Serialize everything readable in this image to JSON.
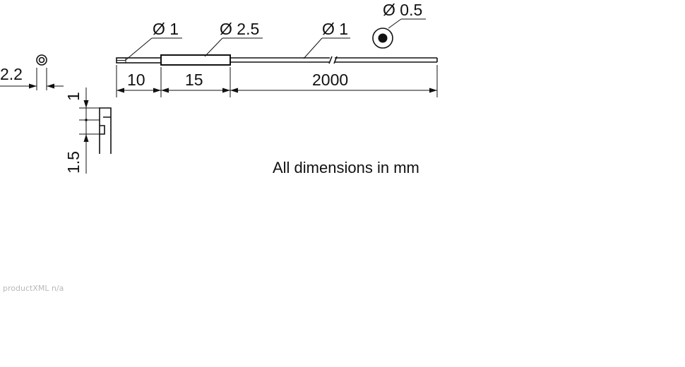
{
  "labels": {
    "dia_tip": "Ø 1",
    "dia_sleeve": "Ø 2.5",
    "dia_cable": "Ø 1",
    "dia_core": "Ø 0.5",
    "len_tip": "10",
    "len_sleeve": "15",
    "len_cable": "2000",
    "end_width": "2.2",
    "step_1": "1",
    "step_2": "1.5",
    "units_note": "All dimensions in mm",
    "footer_meta": "productXML n/a"
  }
}
